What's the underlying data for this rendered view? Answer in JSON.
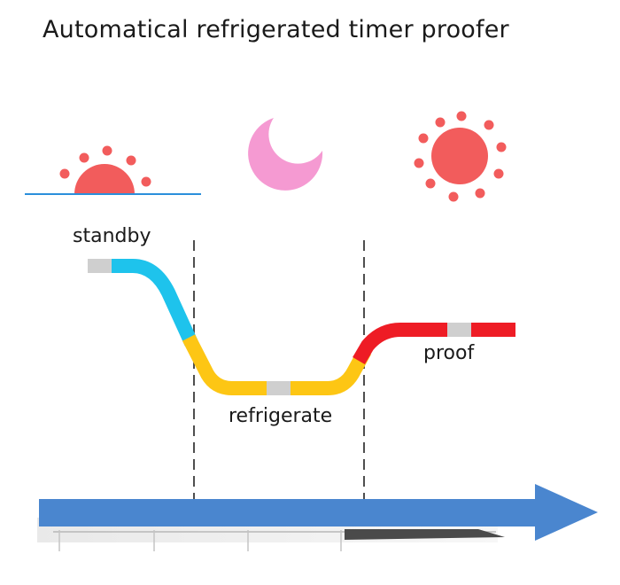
{
  "title": "Automatical refrigerated timer proofer",
  "stages": {
    "standby": "standby",
    "refrigerate": "refrigerate",
    "proof": "proof"
  },
  "colors": {
    "standby": "#1ec3ec",
    "refrigerate": "#fdc614",
    "proof": "#ee1c25",
    "sun": "#f25c5c",
    "moon": "#f59ad2",
    "horizon": "#2b8fdb",
    "arrow": "#4a86cf",
    "marker": "#cfcfcf"
  },
  "icons": [
    "sunrise-icon",
    "moon-icon",
    "sun-icon"
  ]
}
